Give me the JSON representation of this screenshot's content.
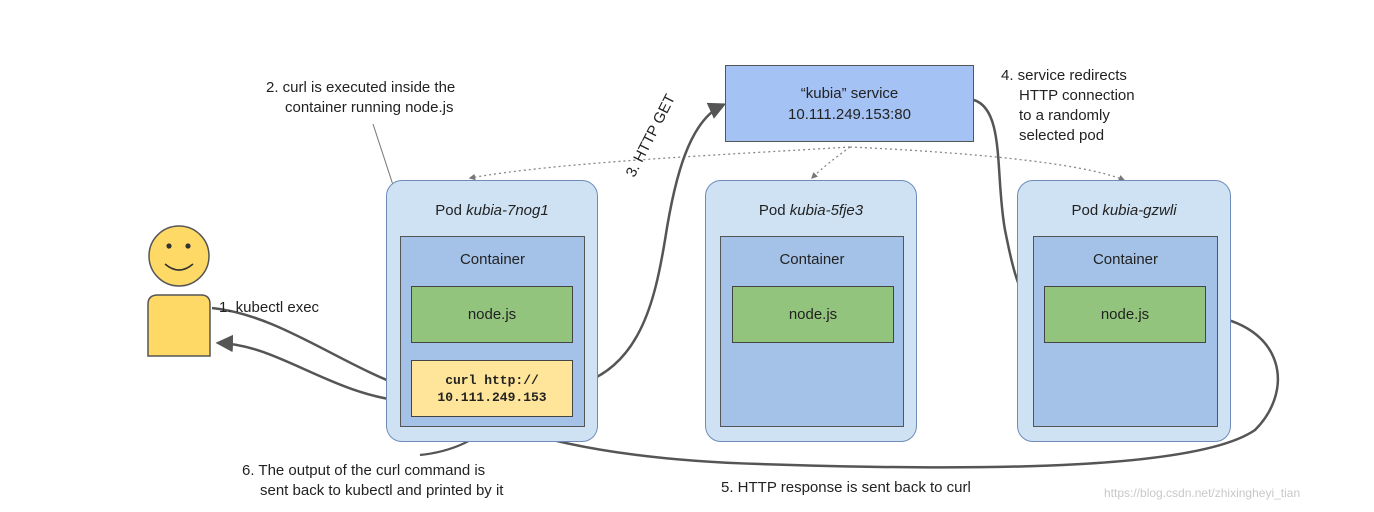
{
  "service": {
    "name_line": "“kubia” service",
    "address_line": "10.111.249.153:80"
  },
  "pods": [
    {
      "prefix": "Pod ",
      "name": "kubia-7nog1",
      "container_label": "Container",
      "app_label": "node.js",
      "curl_line1": "curl http://",
      "curl_line2": "10.111.249.153"
    },
    {
      "prefix": "Pod ",
      "name": "kubia-5fje3",
      "container_label": "Container",
      "app_label": "node.js"
    },
    {
      "prefix": "Pod ",
      "name": "kubia-gzwli",
      "container_label": "Container",
      "app_label": "node.js"
    }
  ],
  "steps": {
    "step1": "1. kubectl exec",
    "step2_line1": "2. curl is executed inside the",
    "step2_line2": "container running node.js",
    "step3": "3. HTTP GET",
    "step4_line1": "4. service redirects",
    "step4_line2": "HTTP connection",
    "step4_line3": "to a randomly",
    "step4_line4": "selected pod",
    "step5": "5. HTTP response is sent back to curl",
    "step6_line1": "6. The output of the curl command is",
    "step6_line2": "sent back to kubectl and printed by it"
  },
  "watermark": "https://blog.csdn.net/zhixingheyi_tian",
  "colors": {
    "pod_fill": "#cfe2f3",
    "container_fill": "#a4c2e8",
    "app_fill": "#93c47d",
    "curl_fill": "#ffe599",
    "service_fill": "#a4c2f4",
    "person_fill": "#ffd966",
    "arrow": "#555555"
  },
  "icons": [
    "user-icon"
  ]
}
